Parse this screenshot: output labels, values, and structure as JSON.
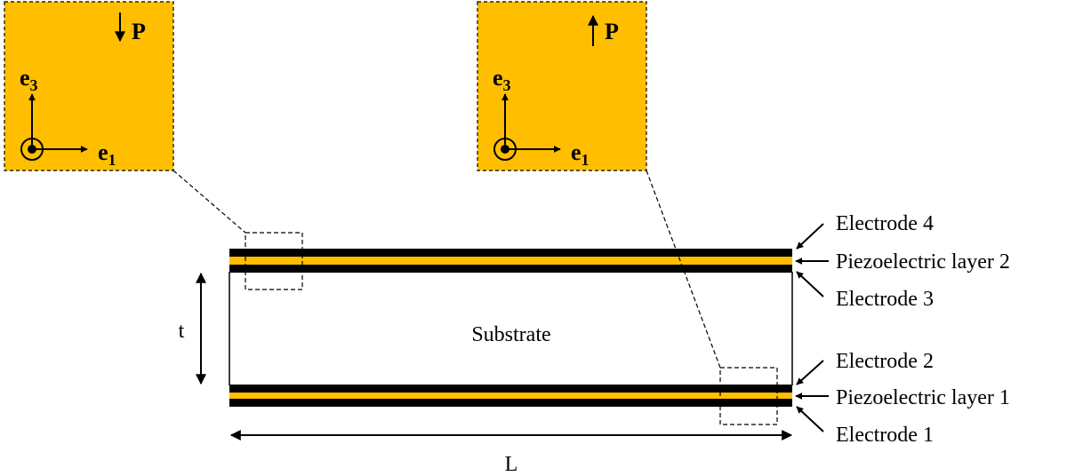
{
  "colors": {
    "piezo": "#FFBF00",
    "electrode": "#000000",
    "background": "#FFFFFF"
  },
  "inset_left": {
    "polarization_label": "P",
    "polarization_direction": "down",
    "axis_vertical": "e",
    "axis_vertical_sub": "3",
    "axis_horizontal": "e",
    "axis_horizontal_sub": "1"
  },
  "inset_right": {
    "polarization_label": "P",
    "polarization_direction": "up",
    "axis_vertical": "e",
    "axis_vertical_sub": "3",
    "axis_horizontal": "e",
    "axis_horizontal_sub": "1"
  },
  "substrate_label": "Substrate",
  "thickness_label": "t",
  "length_label": "L",
  "layer_labels": {
    "electrode_4": "Electrode 4",
    "piezo_2": "Piezoelectric layer 2",
    "electrode_3": "Electrode 3",
    "electrode_2": "Electrode 2",
    "piezo_1": "Piezoelectric layer 1",
    "electrode_1": "Electrode 1"
  }
}
